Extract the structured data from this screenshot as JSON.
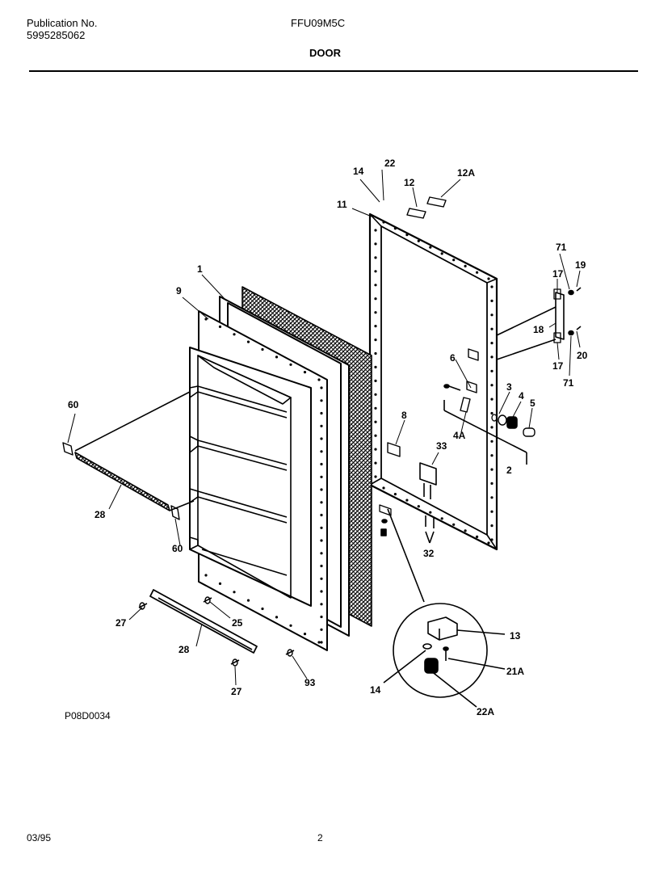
{
  "header": {
    "publication_label": "Publication No.",
    "publication_number": "5995285062",
    "model": "FFU09M5C",
    "section_title": "DOOR"
  },
  "diagram": {
    "callouts": {
      "c22": "22",
      "c14": "14",
      "c12": "12",
      "c12a": "12A",
      "c11": "11",
      "c71a": "71",
      "c17a": "17",
      "c19": "19",
      "c18": "18",
      "c20": "20",
      "c17b": "17",
      "c71b": "71",
      "c1": "1",
      "c9": "9",
      "c6": "6",
      "c3": "3",
      "c4": "4",
      "c5": "5",
      "c4a": "4A",
      "c8": "8",
      "c2": "2",
      "c60a": "60",
      "c33": "33",
      "c28a": "28",
      "c60b": "60",
      "c32": "32",
      "c27a": "27",
      "c25": "25",
      "c28b": "28",
      "c13": "13",
      "c21a": "21A",
      "c93": "93",
      "c14b": "14",
      "c27b": "27",
      "c22a": "22A"
    },
    "drawing_code": "P08D0034"
  },
  "footer": {
    "date": "03/95",
    "page": "2"
  }
}
